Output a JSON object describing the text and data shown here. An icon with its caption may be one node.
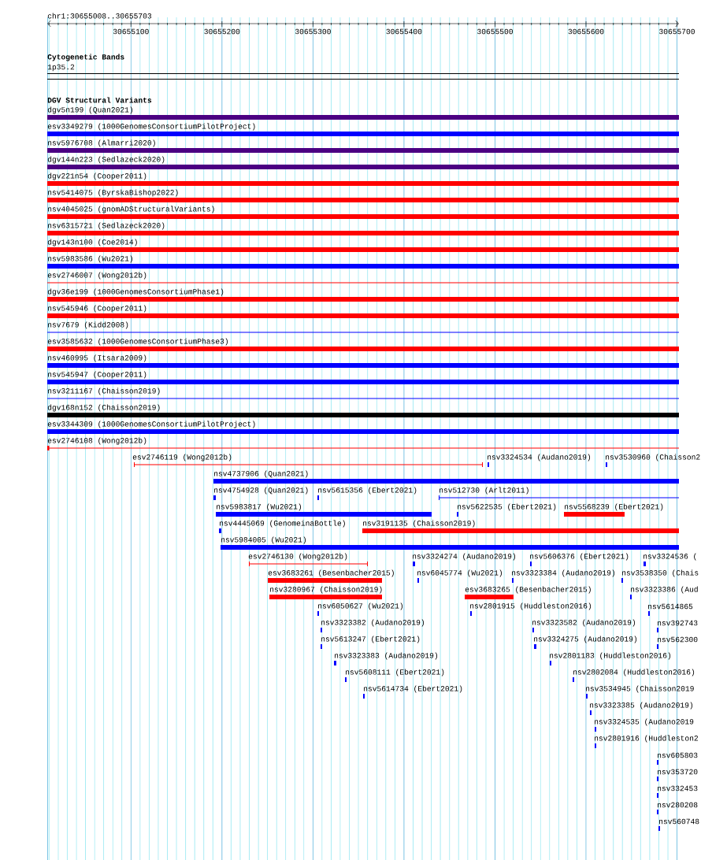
{
  "diagram": {
    "labels": [
      "chr1:30655008..30655703",
      "30655100",
      "30655200",
      "30655300",
      "30655400",
      "30655500",
      "30655600",
      "30655700",
      "Cytogenetic Bands",
      "1p35.2",
      "DGV Structural Variants",
      "dgv5n199 (Quan2021)",
      "esv3349279 (1000GenomesConsortiumPilotProject)",
      "nsv5976708 (Almarri2020)",
      "dgv144n223 (Sedlazeck2020)",
      "dgv221n54 (Cooper2011)",
      "nsv5414075 (ByrskaBishop2022)",
      "nsv4045025 (gnomADStructuralVariants)",
      "nsv6315721 (Sedlazeck2020)",
      "dgv143n100 (Coe2014)",
      "nsv5983586 (Wu2021)",
      "esv2746007 (Wong2012b)",
      "dgv36e199 (1000GenomesConsortiumPhase1)",
      "nsv545946 (Cooper2011)",
      "nsv7679 (Kidd2008)",
      "esv3585632 (1000GenomesConsortiumPhase3)",
      "nsv460995 (Itsara2009)",
      "nsv545947 (Cooper2011)",
      "nsv3211167 (Chaisson2019)",
      "dgv168n152 (Chaisson2019)",
      "esv3344309 (1000GenomesConsortiumPilotProject)",
      "esv2746108 (Wong2012b)",
      "esv2746119 (Wong2012b)",
      "nsv3324534 (Audano2019)",
      "nsv3530960 (Chaisson2",
      "nsv4737906 (Quan2021)",
      "nsv4754928 (Quan2021)",
      "nsv5615356 (Ebert2021)",
      "nsv512730 (Arlt2011)",
      "nsv5983817 (Wu2021)",
      "nsv5622535 (Ebert2021)",
      "nsv5568239 (Ebert2021)",
      "nsv4445069 (GenomeinaBottle)",
      "nsv3191135 (Chaisson2019)",
      "nsv5984005 (Wu2021)",
      "esv2746130 (Wong2012b)",
      "nsv3324274 (Audano2019)",
      "nsv5606376 (Ebert2021)",
      "nsv3324536 (",
      "esv3683261 (Besenbacher2015)",
      "nsv6045774 (Wu2021)",
      "nsv3323384 (Audano2019)",
      "nsv3538350 (Chais",
      "nsv3280967 (Chaisson2019)",
      "esv3683265 (Besenbacher2015)",
      "nsv3323386 (Aud",
      "nsv6050627 (Wu2021)",
      "nsv2801915 (Huddleston2016)",
      "nsv5614865",
      "nsv3323382 (Audano2019)",
      "nsv3323582 (Audano2019)",
      "nsv392743",
      "nsv5613247 (Ebert2021)",
      "nsv3324275 (Audano2019)",
      "nsv562300",
      "nsv3323383 (Audano2019)",
      "nsv2801183 (Huddleston2016)",
      "nsv5608111 (Ebert2021)",
      "nsv2802084 (Huddleston2016)",
      "nsv5614734 (Ebert2021)",
      "nsv3534945 (Chaisson2019",
      "nsv3323385 (Audano2019)",
      "nsv3324535 (Audano2019",
      "nsv2801916 (Huddleston2",
      "nsv605803",
      "nsv353720",
      "nsv332453",
      "nsv280208",
      "nsv560748"
    ]
  }
}
